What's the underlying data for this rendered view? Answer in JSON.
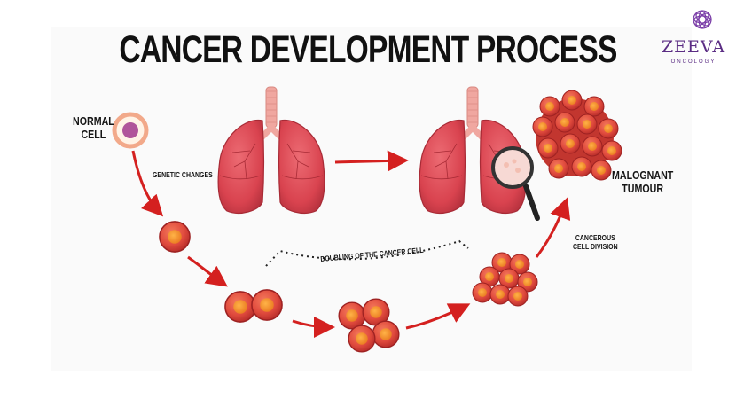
{
  "title": "CANCER DEVELOPMENT PROCESS",
  "logo": {
    "name": "ZEEVA",
    "subtitle": "ONCOLOGY",
    "color": "#5b2d84"
  },
  "labels": {
    "normal_cell": "NORMAL\nCELL",
    "genetic_changes": "GENETIC CHANGES",
    "doubling": "DOUBLING OF THE CANCER CELL",
    "cancerous_division": "CANCEROUS\nCELL DIVISION",
    "malignant_tumour": "MALOGNANT\nTUMOUR"
  },
  "colors": {
    "arrow": "#d4201f",
    "cell": "#e04a3d",
    "lung": "#d9434f",
    "normal_cell": "#f2a98a"
  },
  "icons": [
    "normal-cell-icon",
    "lungs-icon",
    "magnifier-icon",
    "cancer-cell-icon",
    "tumour-icon",
    "logo-icon"
  ]
}
